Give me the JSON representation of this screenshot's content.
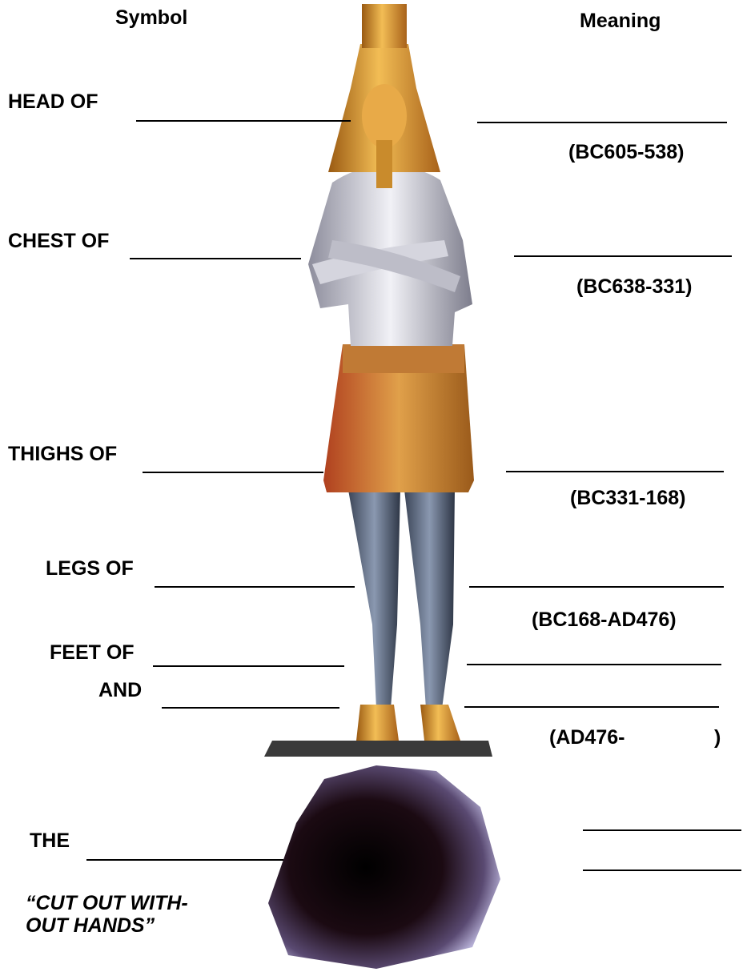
{
  "headers": {
    "symbol": "Symbol",
    "meaning": "Meaning"
  },
  "labels": {
    "head": "HEAD OF",
    "chest": "CHEST OF",
    "thighs": "THIGHS OF",
    "legs": "LEGS OF",
    "feet": "FEET OF",
    "and": "AND",
    "the": "THE",
    "cut_line1": "“CUT OUT WITH-",
    "cut_line2": "OUT HANDS”"
  },
  "dates": {
    "head": "(BC605-538)",
    "chest": "(BC638-331)",
    "thighs": "(BC331-168)",
    "legs": "(BC168-AD476)",
    "feet_open": "(AD476-",
    "feet_close": ")"
  },
  "image_subjects": [
    "statue-illustration",
    "stone-illustration"
  ],
  "colors": {
    "gold": "#d9962f",
    "silver": "#c8c8d2",
    "bronze": "#c8742a",
    "iron": "#556677",
    "stone": "#2a1420"
  }
}
